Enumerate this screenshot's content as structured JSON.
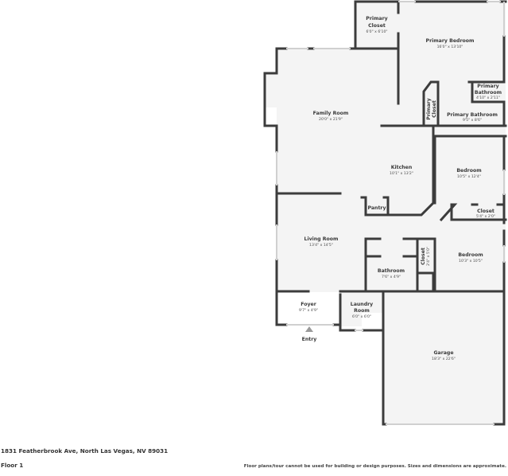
{
  "plan": {
    "rooms": [
      {
        "name": "Primary Closet",
        "line1": "Primary",
        "line2": "Closet",
        "dims": "6'0\" x 6'10\""
      },
      {
        "name": "Primary Bedroom",
        "dims": "16'0\" x 13'10\""
      },
      {
        "name": "Primary Bathroom (small)",
        "line1": "Primary",
        "line2": "Bathroom",
        "dims": "4'10\" x 2'11\""
      },
      {
        "name": "Primary Closet (vertical)",
        "line1": "Primary",
        "line2": "Closet"
      },
      {
        "name": "Primary Bathroom",
        "dims": "9'5\" x 8'6\""
      },
      {
        "name": "Family Room",
        "dims": "20'0\" x 21'9\""
      },
      {
        "name": "Kitchen",
        "dims": "10'1\" x 13'2\""
      },
      {
        "name": "Bedroom",
        "dims": "10'5\" x 12'4\""
      },
      {
        "name": "Pantry"
      },
      {
        "name": "Closet",
        "dims": "5'4\" x 2'0\""
      },
      {
        "name": "Living Room",
        "dims": "13'4\" x 14'5\""
      },
      {
        "name": "Closet",
        "dims": "2'4\" x 5'0\""
      },
      {
        "name": "Bedroom",
        "dims": "10'3\" x 10'5\""
      },
      {
        "name": "Bathroom",
        "dims": "7'6\" x 4'9\""
      },
      {
        "name": "Foyer",
        "dims": "9'7\" x 4'9\""
      },
      {
        "name": "Laundry Room",
        "line1": "Laundry",
        "line2": "Room",
        "dims": "6'0\" x 6'0\""
      },
      {
        "name": "Garage",
        "dims": "18'3\" x 22'6\""
      }
    ],
    "entry_label": "Entry",
    "colors": {
      "wall": "#3c3c3c",
      "floor": "#f4f4f4",
      "window": "#d8d8d8"
    }
  },
  "footer": {
    "address": "1831 Featherbrook Ave, North Las Vegas, NV 89031",
    "floor": "Floor 1",
    "disclaimer": "Floor plans/tour cannot be used for building or design purposes. Sizes and dimensions are approximate."
  }
}
